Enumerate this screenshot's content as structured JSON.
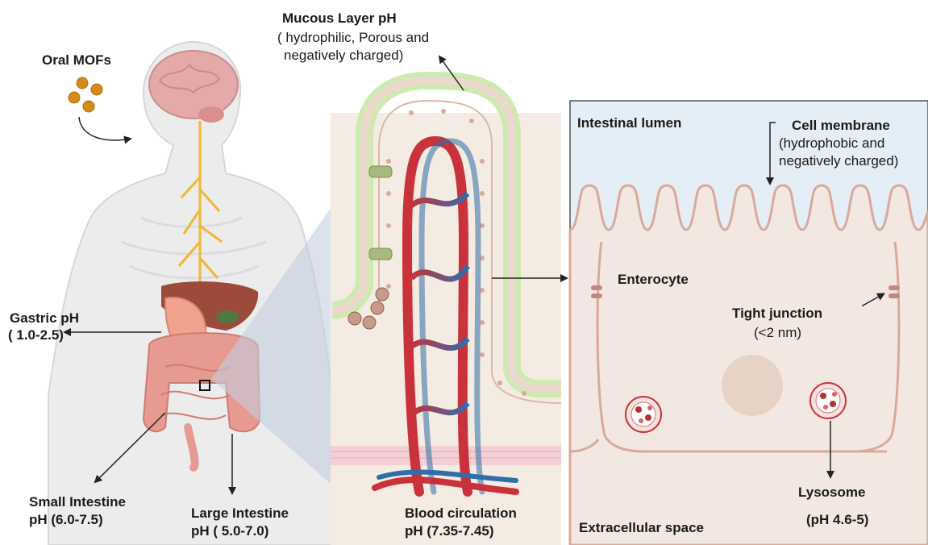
{
  "labels": {
    "oral_mofs": "Oral MOFs",
    "mucous_title": "Mucous Layer pH",
    "mucous_line1": "( hydrophilic, Porous and",
    "mucous_line2": "negatively charged)",
    "gastric_title": "Gastric pH",
    "gastric_value": "( 1.0-2.5)",
    "small_title": "Small Intestine",
    "small_value": "pH (6.0-7.5)",
    "large_title": "Large Intestine",
    "large_value": "pH ( 5.0-7.0)",
    "blood_title": "Blood circulation",
    "blood_value": "pH (7.35-7.45)",
    "lumen": "Intestinal lumen",
    "cell_membrane": "Cell membrane",
    "cell_membrane_line1": "(hydrophobic and",
    "cell_membrane_line2": "negatively charged)",
    "enterocyte": "Enterocyte",
    "tight_junction": "Tight junction",
    "tight_junction_size": "(<2 nm)",
    "lysosome": "Lysosome",
    "lysosome_ph": "(pH 4.6-5)",
    "extracellular": "Extracellular space"
  },
  "colors": {
    "body_outline": "#d7d7d7",
    "brain": "#e4a9a9",
    "nerve": "#f2b632",
    "intestine": "#e79a92",
    "liver": "#9b4a3c",
    "stomach": "#f0a48f",
    "mofs": "#d58b19",
    "mucus": "#cfeab0",
    "villus_tissue": "#f4ece2",
    "artery": "#c9323a",
    "vein": "#2f6ea8",
    "lumen_fill": "#e4eef6",
    "cell_fill": "#f3e8e1",
    "cell_outline": "#d9a99a"
  }
}
